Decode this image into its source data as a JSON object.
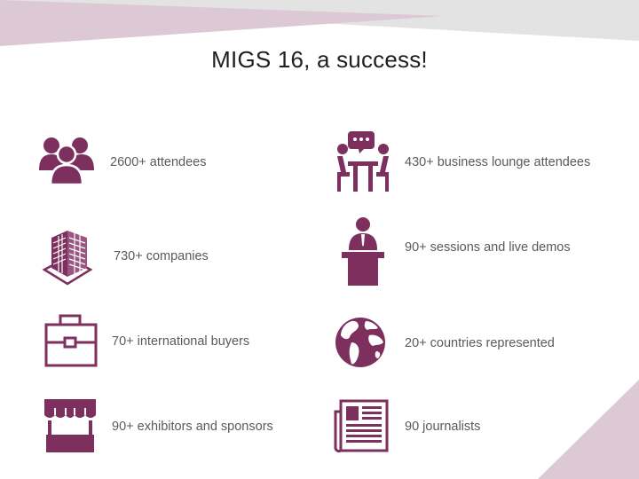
{
  "slide": {
    "title": "MIGS 16, a success!",
    "accent_color": "#7d2f5e",
    "decor_color": "#dcc9d5"
  },
  "stats": {
    "attendees": "2600+ attendees",
    "lounge": "430+ business lounge attendees",
    "companies": "730+ companies",
    "sessions": "90+ sessions and live demos",
    "buyers": "70+ international buyers",
    "countries": "20+ countries represented",
    "exhibitors": "90+ exhibitors and sponsors",
    "journalists": "90 journalists"
  },
  "icons": {
    "attendees": "people-group-icon",
    "lounge": "meeting-table-icon",
    "companies": "office-building-icon",
    "sessions": "speaker-podium-icon",
    "buyers": "briefcase-icon",
    "countries": "globe-icon",
    "exhibitors": "market-stall-icon",
    "journalists": "newspaper-icon"
  }
}
